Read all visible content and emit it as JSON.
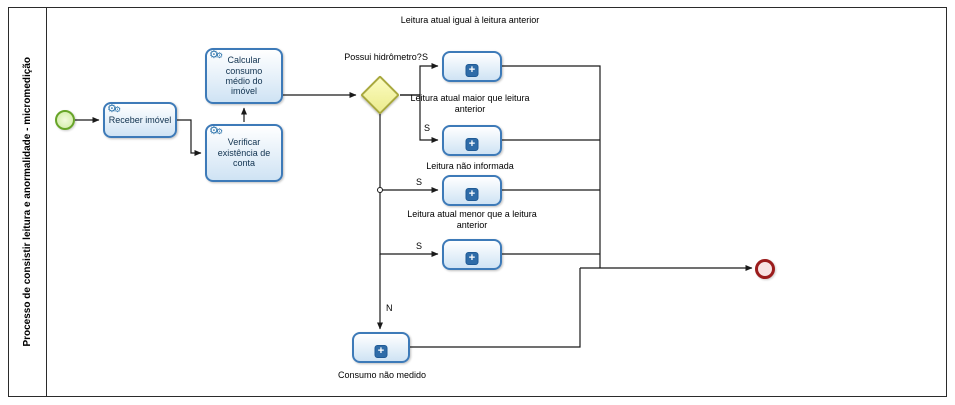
{
  "pool": {
    "title": "Processo de consistir leitura e anormalidade - micromedição"
  },
  "tasks": {
    "receber": {
      "label": "Receber imóvel"
    },
    "verificar": {
      "label": "Verificar existência de conta"
    },
    "calcular": {
      "label": "Calcular consumo médio do imóvel"
    }
  },
  "gateway": {
    "label": "Possui hidrômetro?"
  },
  "subprocesses": {
    "igual": {
      "label": "Leitura atual igual à leitura anterior",
      "marker": "+"
    },
    "maior": {
      "label": "Leitura atual maior que leitura anterior",
      "marker": "+"
    },
    "nao_informada": {
      "label": "Leitura não informada",
      "marker": "+"
    },
    "menor": {
      "label": "Leitura atual menor que a leitura anterior",
      "marker": "+"
    },
    "nao_medido": {
      "label": "Consumo não medido",
      "marker": "+"
    }
  },
  "flows": {
    "s1": "S",
    "s2": "S",
    "s3": "S",
    "s4": "S",
    "n": "N"
  },
  "icons": {
    "service_gear": "⚙"
  },
  "colors": {
    "task_border": "#3d7ab8",
    "task_fill": "#cfe3f4",
    "gateway_border": "#a8a83c",
    "gateway_fill": "#f4f49c",
    "start_border": "#67a428",
    "start_fill": "#cdeba0",
    "end_border": "#9b1c1c",
    "end_fill": "#f8e3e3",
    "flow_line": "#1a1a1a"
  }
}
